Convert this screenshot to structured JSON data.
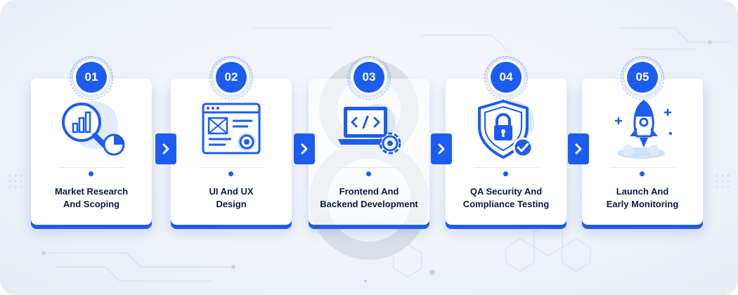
{
  "steps": [
    {
      "number": "01",
      "line1": "Market Research",
      "line2": "And Scoping",
      "icon": "magnifier-chart-icon"
    },
    {
      "number": "02",
      "line1": "UI And UX",
      "line2": "Design",
      "icon": "wireframe-window-icon"
    },
    {
      "number": "03",
      "line1": "Frontend And",
      "line2": "Backend Development",
      "icon": "laptop-code-gear-icon"
    },
    {
      "number": "04",
      "line1": "QA Security And",
      "line2": "Compliance Testing",
      "icon": "shield-lock-check-icon"
    },
    {
      "number": "05",
      "line1": "Launch And",
      "line2": "Early Monitoring",
      "icon": "rocket-launch-icon"
    }
  ],
  "colors": {
    "accent": "#1c5df0",
    "accent_light": "#cfe0fb",
    "text": "#0d1b3e"
  }
}
